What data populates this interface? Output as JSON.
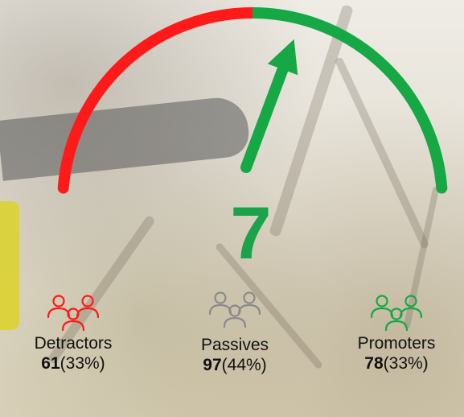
{
  "chart_data": {
    "type": "gauge",
    "score": "7",
    "segments": [
      {
        "name": "detractor-zone",
        "color": "#ff1a1a"
      },
      {
        "name": "promoter-zone",
        "color": "#17a846"
      }
    ],
    "needle_fraction": 0.62,
    "groups": [
      {
        "label": "Detractors",
        "count": "61",
        "percent": "(33%)",
        "color": "#ff1a1a",
        "icon": "people-group-icon"
      },
      {
        "label": "Passives",
        "count": "97",
        "percent": "(44%)",
        "color": "#8a8a8a",
        "icon": "people-group-icon"
      },
      {
        "label": "Promoters",
        "count": "78",
        "percent": "(33%)",
        "color": "#17a846",
        "icon": "people-group-icon"
      }
    ]
  }
}
